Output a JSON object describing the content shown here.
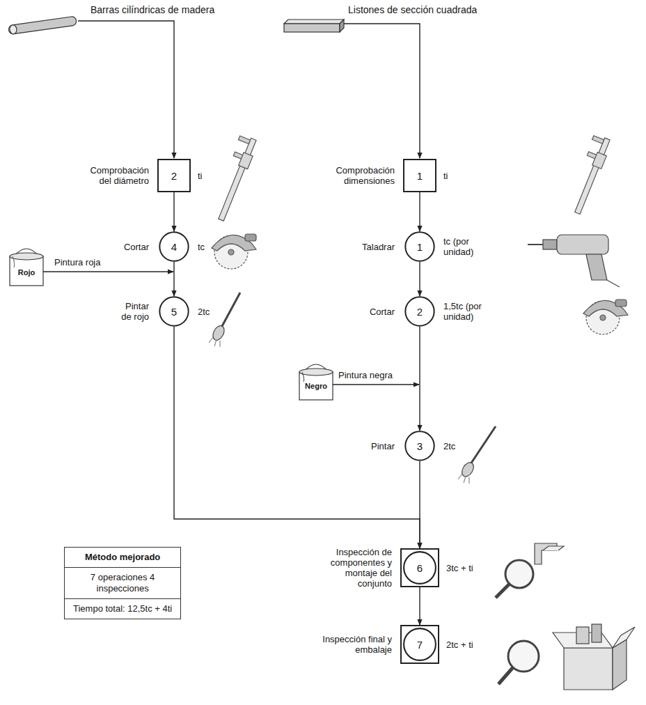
{
  "diagram": {
    "nodes": [
      {
        "text": [
          "Comprobación del diámetro",
          "2",
          "ti"
        ]
      },
      {
        "text": [
          "Comprobación dimensiones",
          "1",
          "ti"
        ]
      },
      {
        "text": [
          "Cortar",
          "4",
          "tc"
        ]
      },
      {
        "text": [
          "Taladrar",
          "1",
          "tc (por unidad)"
        ]
      },
      {
        "text": [
          "Pintar de rojo",
          "5",
          "2tc"
        ]
      },
      {
        "text": [
          "Cortar",
          "2",
          "1,5tc (por unidad)"
        ]
      },
      {
        "text": [
          "Pintar",
          "3",
          "2tc"
        ]
      },
      {
        "text": [
          "Inspección de componentes y montaje del conjunto",
          "6",
          "3tc + ti"
        ]
      },
      {
        "text": [
          "Inspección final y embalaje",
          "7",
          "2tc + ti"
        ]
      },
      {
        "text": [
          "Método mejorado",
          "7 operaciones 4 inspecciones",
          "Tiempo total: 12,5tc + 4ti"
        ]
      }
    ],
    "edges": [
      {
        "from": 0,
        "to": 2,
        "arrow": "to"
      },
      {
        "from": 2,
        "to": 4,
        "arrow": "to"
      },
      {
        "from": 4,
        "to": 7,
        "arrow": "to"
      },
      {
        "from": 1,
        "to": 3,
        "arrow": "to"
      },
      {
        "from": 3,
        "to": 5,
        "arrow": "to"
      },
      {
        "from": 5,
        "to": 6,
        "arrow": "to"
      },
      {
        "from": 6,
        "to": 7,
        "arrow": "to"
      },
      {
        "from": 7,
        "to": 8,
        "arrow": "to"
      }
    ],
    "labels": [
      "Barras cilíndricas de madera",
      "Listones de sección cuadrada",
      "Rojo",
      "Pintura roja",
      "Negro",
      "Pintura negra"
    ]
  }
}
